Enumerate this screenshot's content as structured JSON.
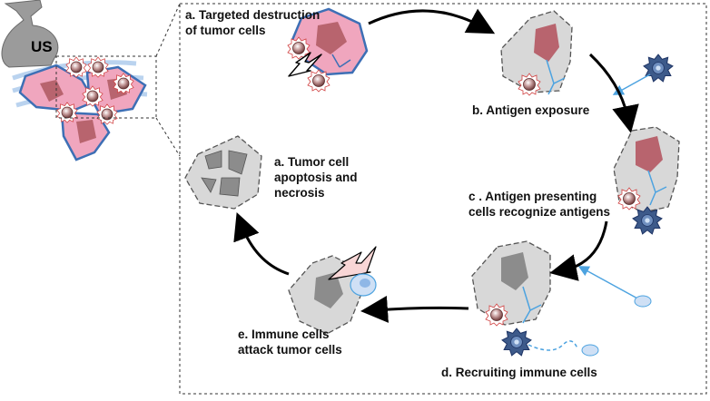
{
  "transducer_label": "US",
  "labels": {
    "a_destruction": [
      "a. Targeted destruction",
      "of tumor cells"
    ],
    "b_exposure": [
      "b. Antigen exposure"
    ],
    "c_presenting": [
      "c . Antigen presenting",
      "cells recognize antigens"
    ],
    "d_recruiting": [
      "d. Recruiting immune cells"
    ],
    "e_attack": [
      "e. Immune cells",
      "attack tumor cells"
    ],
    "a_apoptosis": [
      "a. Tumor cell",
      "apoptosis and",
      "necrosis"
    ]
  },
  "colors": {
    "tumor_fill": "#f0a6be",
    "tumor_stroke": "#3d6fb5",
    "nucleus": "#b8646e",
    "grey_cell": "#d8d8d8",
    "grey_nucleus": "#8c8c8c",
    "immune_cell": "#3d5a8a",
    "antigen": "#4da3e0",
    "arrow": "#000000",
    "transducer": "#9b9b9b"
  }
}
